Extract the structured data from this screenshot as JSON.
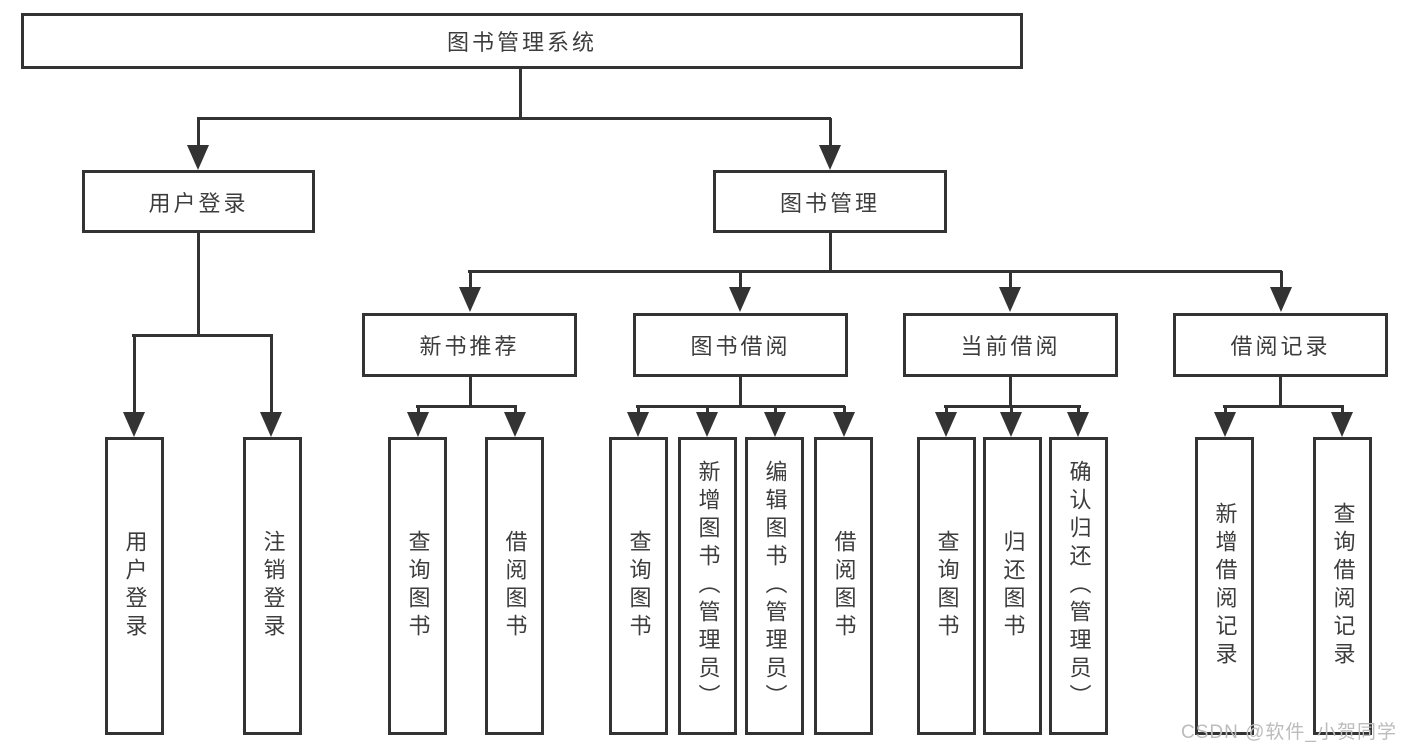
{
  "tree": {
    "label": "图书管理系统",
    "children": [
      {
        "label": "用户登录",
        "children": [
          {
            "label": "用户登录"
          },
          {
            "label": "注销登录"
          }
        ]
      },
      {
        "label": "图书管理",
        "children": [
          {
            "label": "新书推荐",
            "children": [
              {
                "label": "查询图书"
              },
              {
                "label": "借阅图书"
              }
            ]
          },
          {
            "label": "图书借阅",
            "children": [
              {
                "label": "查询图书"
              },
              {
                "label": "新增图书（管理员）"
              },
              {
                "label": "编辑图书（管理员）"
              },
              {
                "label": "借阅图书"
              }
            ]
          },
          {
            "label": "当前借阅",
            "children": [
              {
                "label": "查询图书"
              },
              {
                "label": "归还图书"
              },
              {
                "label": "确认归还（管理员）"
              }
            ]
          },
          {
            "label": "借阅记录",
            "children": [
              {
                "label": "新增借阅记录"
              },
              {
                "label": "查询借阅记录"
              }
            ]
          }
        ]
      }
    ]
  },
  "watermark": "CSDN @软件_小贺同学",
  "colors": {
    "line": "#333333",
    "text": "#3d3d3d",
    "background": "#ffffff",
    "watermark": "#bcbcbc"
  }
}
